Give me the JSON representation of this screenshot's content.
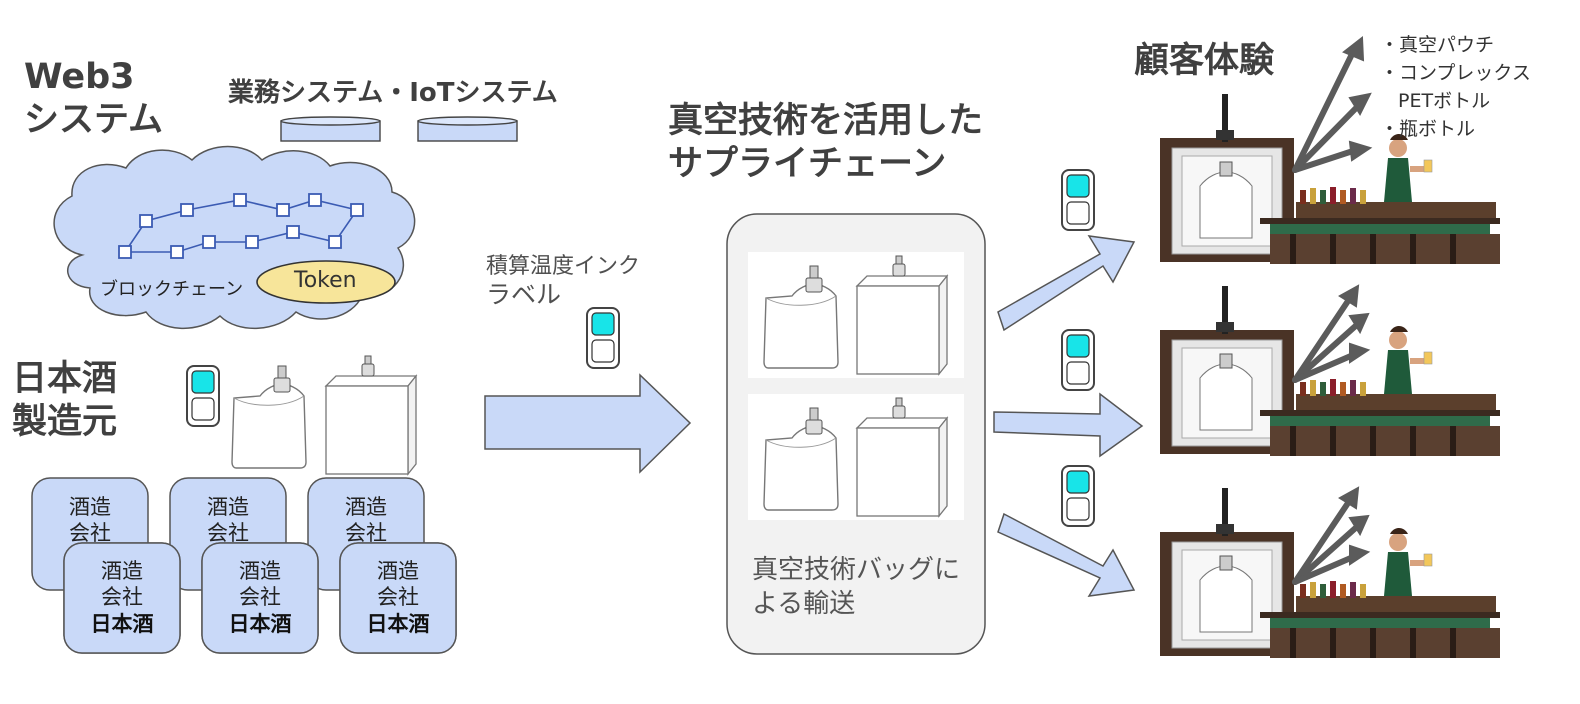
{
  "web3": {
    "title_line1": "Web3",
    "title_line2": "システム"
  },
  "business": {
    "label": "業務システム・IoTシステム"
  },
  "cloud": {
    "blockchain_label": "ブロックチェーン",
    "token_label": "Token"
  },
  "brewer": {
    "title_line1": "日本酒",
    "title_line2": "製造元"
  },
  "companies": {
    "back": [
      {
        "line1": "酒造",
        "line2": "会社"
      },
      {
        "line1": "酒造",
        "line2": "会社"
      },
      {
        "line1": "酒造",
        "line2": "会社"
      }
    ],
    "front": [
      {
        "line1": "酒造",
        "line2": "会社",
        "line3": "日本酒"
      },
      {
        "line1": "酒造",
        "line2": "会社",
        "line3": "日本酒"
      },
      {
        "line1": "酒造",
        "line2": "会社",
        "line3": "日本酒"
      }
    ]
  },
  "ink_label": {
    "line1": "積算温度インク",
    "line2": "ラベル"
  },
  "supply": {
    "title_line1": "真空技術を活用した",
    "title_line2": "サプライチェーン"
  },
  "bag": {
    "caption_line1": "真空技術バッグに",
    "caption_line2": "よる輸送"
  },
  "customer": {
    "title": "顧客体験",
    "bullets": [
      "・真空パウチ",
      "・コンプレックス",
      "PETボトル",
      "・瓶ボトル"
    ]
  },
  "colors": {
    "accent_blue": "#c9d9f8",
    "outline_blue": "#3b5bb3",
    "indicator_cyan": "#18e4e8",
    "token_yellow": "#f7e59a",
    "bag_box_fill": "#f2f2f2",
    "arrow_grey": "#5b5b5b",
    "wood_dark": "#4a3326"
  }
}
